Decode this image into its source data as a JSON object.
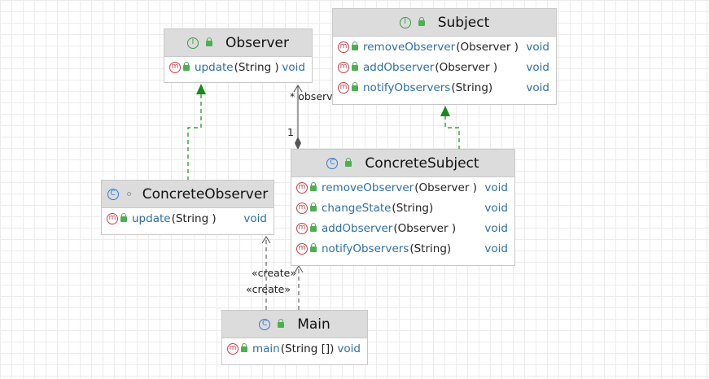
{
  "diagram": {
    "classes": {
      "observer": {
        "name": "Observer",
        "kind_icon": "interface-icon",
        "kind_letter": "I",
        "methods": [
          {
            "name": "update",
            "params": "(String )",
            "ret": "void"
          }
        ]
      },
      "subject": {
        "name": "Subject",
        "kind_icon": "interface-icon",
        "kind_letter": "I",
        "methods": [
          {
            "name": "removeObserver",
            "params": " (Observer )",
            "ret": "void"
          },
          {
            "name": "addObserver",
            "params": "(Observer )",
            "ret": "void"
          },
          {
            "name": "notifyObservers",
            "params": " (String)",
            "ret": "void"
          }
        ]
      },
      "concrete_subject": {
        "name": "ConcreteSubject",
        "kind_icon": "class-icon",
        "kind_letter": "C",
        "methods": [
          {
            "name": "removeObserver",
            "params": " (Observer )",
            "ret": "void"
          },
          {
            "name": "changeState",
            "params": " (String)",
            "ret": "void"
          },
          {
            "name": "addObserver",
            "params": " (Observer )",
            "ret": "void"
          },
          {
            "name": "notifyObservers",
            "params": " (String)",
            "ret": "void"
          }
        ]
      },
      "concrete_observer": {
        "name": "ConcreteObserver",
        "kind_icon": "class-icon",
        "kind_letter": "C",
        "methods": [
          {
            "name": "update",
            "params": "(String )",
            "ret": "void"
          }
        ]
      },
      "main": {
        "name": "Main",
        "kind_icon": "class-icon",
        "kind_letter": "C",
        "methods": [
          {
            "name": "main",
            "params": "(String [])",
            "ret": "void"
          }
        ]
      }
    },
    "method_letter": "m",
    "edge_labels": {
      "observers_role": "* observers",
      "multiplicity_one": "1",
      "create_1": "«create»",
      "create_2": "«create»"
    },
    "colors": {
      "realization": "#1a8a1a",
      "association": "#555555",
      "header": "#dcdcdc",
      "method_name": "#2d6fa6"
    }
  }
}
